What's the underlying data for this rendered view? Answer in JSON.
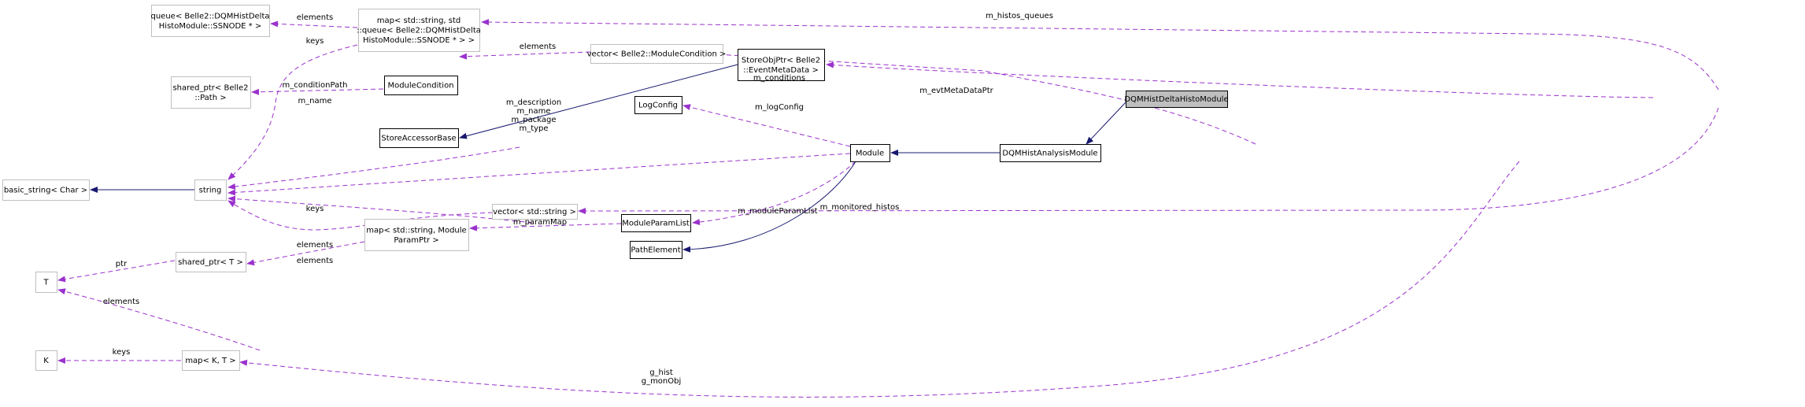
{
  "nodes": {
    "queue_ssnode": [
      "queue< Belle2::DQMHistDelta",
      "HistoModule::SSNODE * >"
    ],
    "map_queue": [
      "map< std::string, std",
      "::queue< Belle2::DQMHistDelta",
      "HistoModule::SSNODE * > >"
    ],
    "shared_ptr_path": [
      "shared_ptr< Belle2",
      "::Path >"
    ],
    "module_condition": "ModuleCondition",
    "vector_module_condition": "vector< Belle2::ModuleCondition >",
    "store_obj_ptr": [
      "StoreObjPtr< Belle2",
      "::EventMetaData >"
    ],
    "store_accessor_base": "StoreAccessorBase",
    "log_config": "LogConfig",
    "dqm_hist_delta": "DQMHistDeltaHistoModule",
    "basic_string": "basic_string< Char >",
    "string": "string",
    "module": "Module",
    "dqm_hist_analysis": "DQMHistAnalysisModule",
    "map_param": [
      "map< std::string, Module",
      "ParamPtr >"
    ],
    "module_param_list": "ModuleParamList",
    "shared_ptr_t": "shared_ptr< T >",
    "t": "T",
    "path_element": "PathElement",
    "vector_string": "vector< std::string >",
    "k": "K",
    "map_kt": "map< K, T >"
  },
  "edges": {
    "elements1": "elements",
    "keys1": "keys",
    "m_histos_queues": "m_histos_queues",
    "m_conditionPath": "m_conditionPath",
    "elements2": "elements",
    "m_evtMetaDataPtr": "m_evtMetaDataPtr",
    "m_conditions": "m_conditions",
    "m_name": "m_name",
    "m_logConfig": "m_logConfig",
    "module_strings": [
      "m_description",
      "m_name",
      "m_package",
      "m_type"
    ],
    "keys2": "keys",
    "m_paramMap": "m_paramMap",
    "m_moduleParamList": "m_moduleParamList",
    "elements3": "elements",
    "ptr": "ptr",
    "elements4": "elements",
    "elements5": "elements",
    "m_monitored_histos": "m_monitored_histos",
    "keys3": "keys",
    "g_hist_monobj": [
      "g_hist",
      "g_monObj"
    ]
  }
}
